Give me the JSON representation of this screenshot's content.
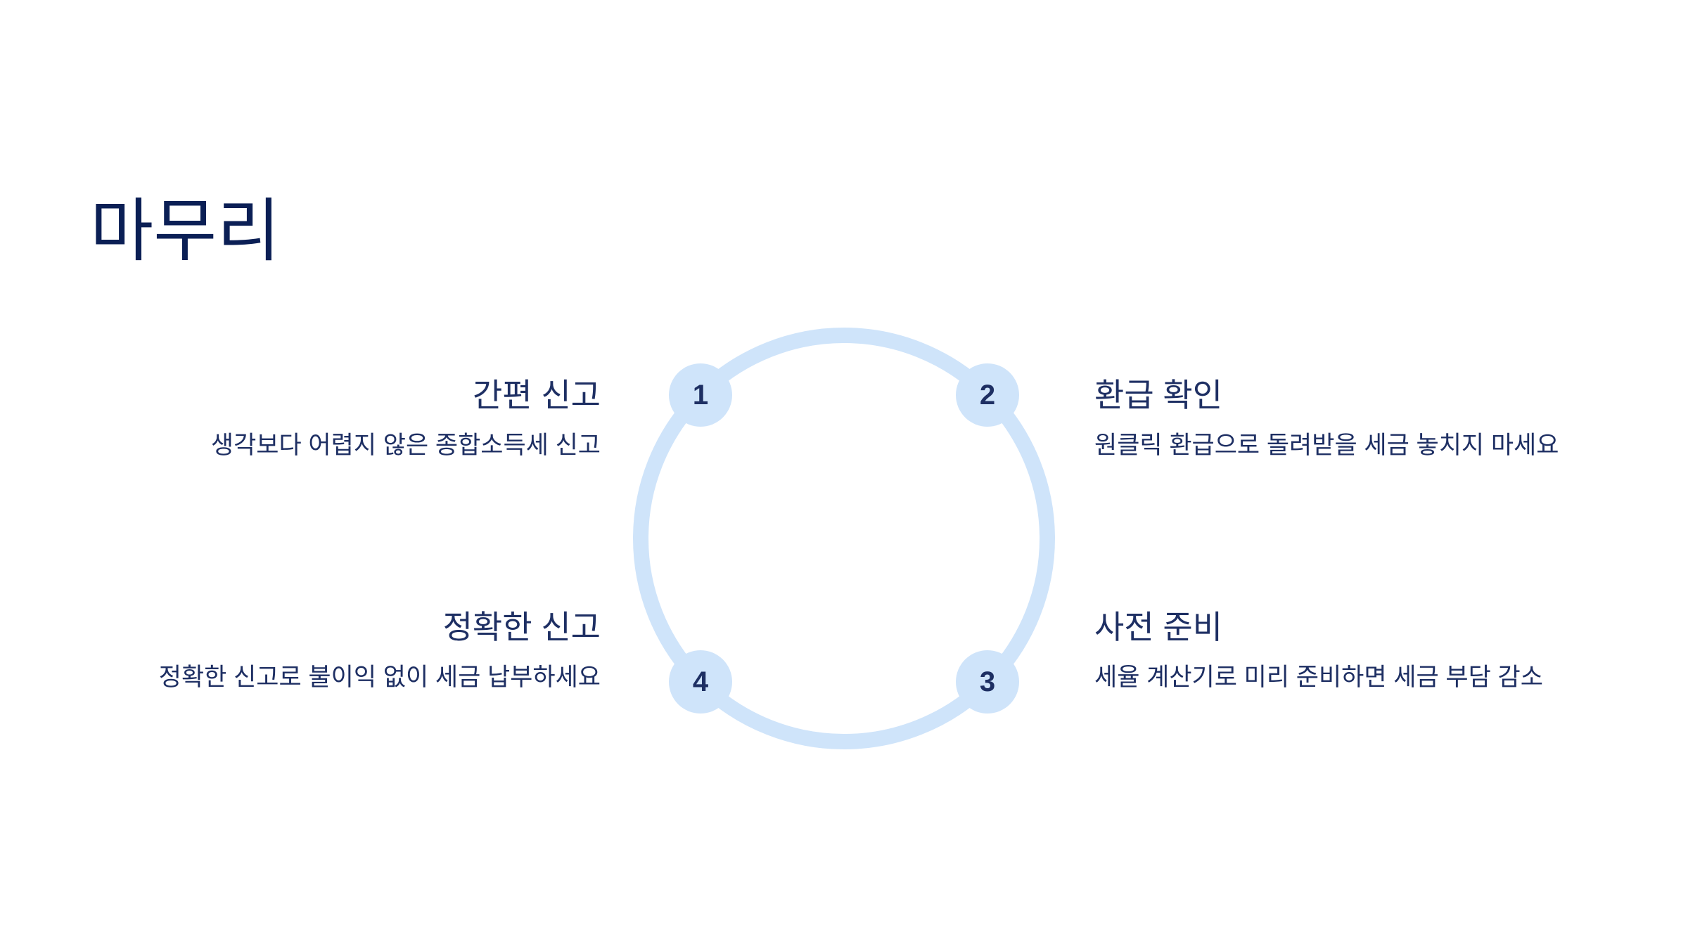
{
  "slide": {
    "title": "마무리"
  },
  "cycle": {
    "ring_color": "#cfe4fa",
    "text_color": "#1e2f63",
    "title_color": "#0b1f55",
    "steps": [
      {
        "number": "1",
        "heading": "간편 신고",
        "description": "생각보다 어렵지 않은 종합소득세 신고"
      },
      {
        "number": "2",
        "heading": "환급 확인",
        "description": "원클릭 환급으로 돌려받을 세금 놓치지 마세요"
      },
      {
        "number": "3",
        "heading": "사전 준비",
        "description": "세율 계산기로 미리 준비하면 세금 부담 감소"
      },
      {
        "number": "4",
        "heading": "정확한 신고",
        "description": "정확한 신고로 불이익 없이 세금 납부하세요"
      }
    ]
  }
}
